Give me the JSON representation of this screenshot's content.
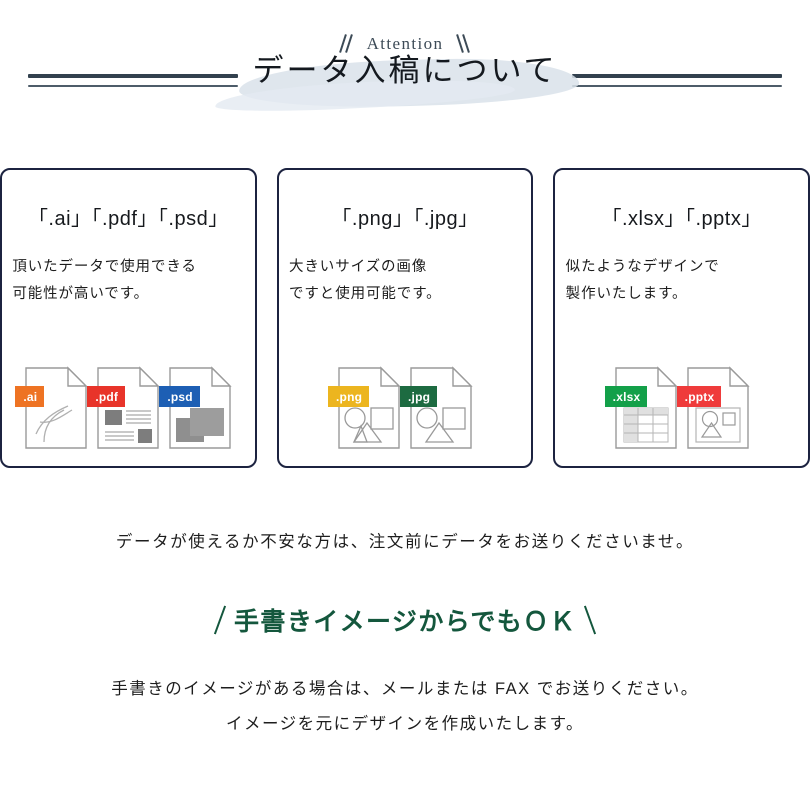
{
  "header": {
    "eyebrow": "Attention",
    "title": "データ入稿について",
    "rule_color": "#32414e",
    "brush_color": "#d9e2ea"
  },
  "cards": [
    {
      "title": "「.ai」「.pdf」「.psd」",
      "desc_line1": "頂いたデータで使用できる",
      "desc_line2": "可能性が高いです。",
      "icons": [
        {
          "ext": ".ai",
          "color": "#ee7323",
          "art": "curve"
        },
        {
          "ext": ".pdf",
          "color": "#e8342a",
          "art": "document"
        },
        {
          "ext": ".psd",
          "color": "#1d5fb4",
          "art": "layers"
        }
      ]
    },
    {
      "title": "「.png」「.jpg」",
      "desc_line1": "大きいサイズの画像",
      "desc_line2": "ですと使用可能です。",
      "icons": [
        {
          "ext": ".png",
          "color": "#ecb51f",
          "art": "shapes"
        },
        {
          "ext": ".jpg",
          "color": "#1d6b41",
          "art": "shapes"
        }
      ]
    },
    {
      "title": "「.xlsx」「.pptx」",
      "desc_line1": "似たようなデザインで",
      "desc_line2": "製作いたします。",
      "icons": [
        {
          "ext": ".xlsx",
          "color": "#13a049",
          "art": "table"
        },
        {
          "ext": ".pptx",
          "color": "#ef3b3b",
          "art": "slide"
        }
      ]
    }
  ],
  "note": "データが使えるか不安な方は、注文前にデータをお送りくださいませ。",
  "ok_heading": {
    "text": "手書きイメージからでもＯＫ",
    "color": "#14573d"
  },
  "closing": {
    "line1": "手書きのイメージがある場合は、メールまたは FAX でお送りください。",
    "line2": "イメージを元にデザインを作成いたします。"
  }
}
